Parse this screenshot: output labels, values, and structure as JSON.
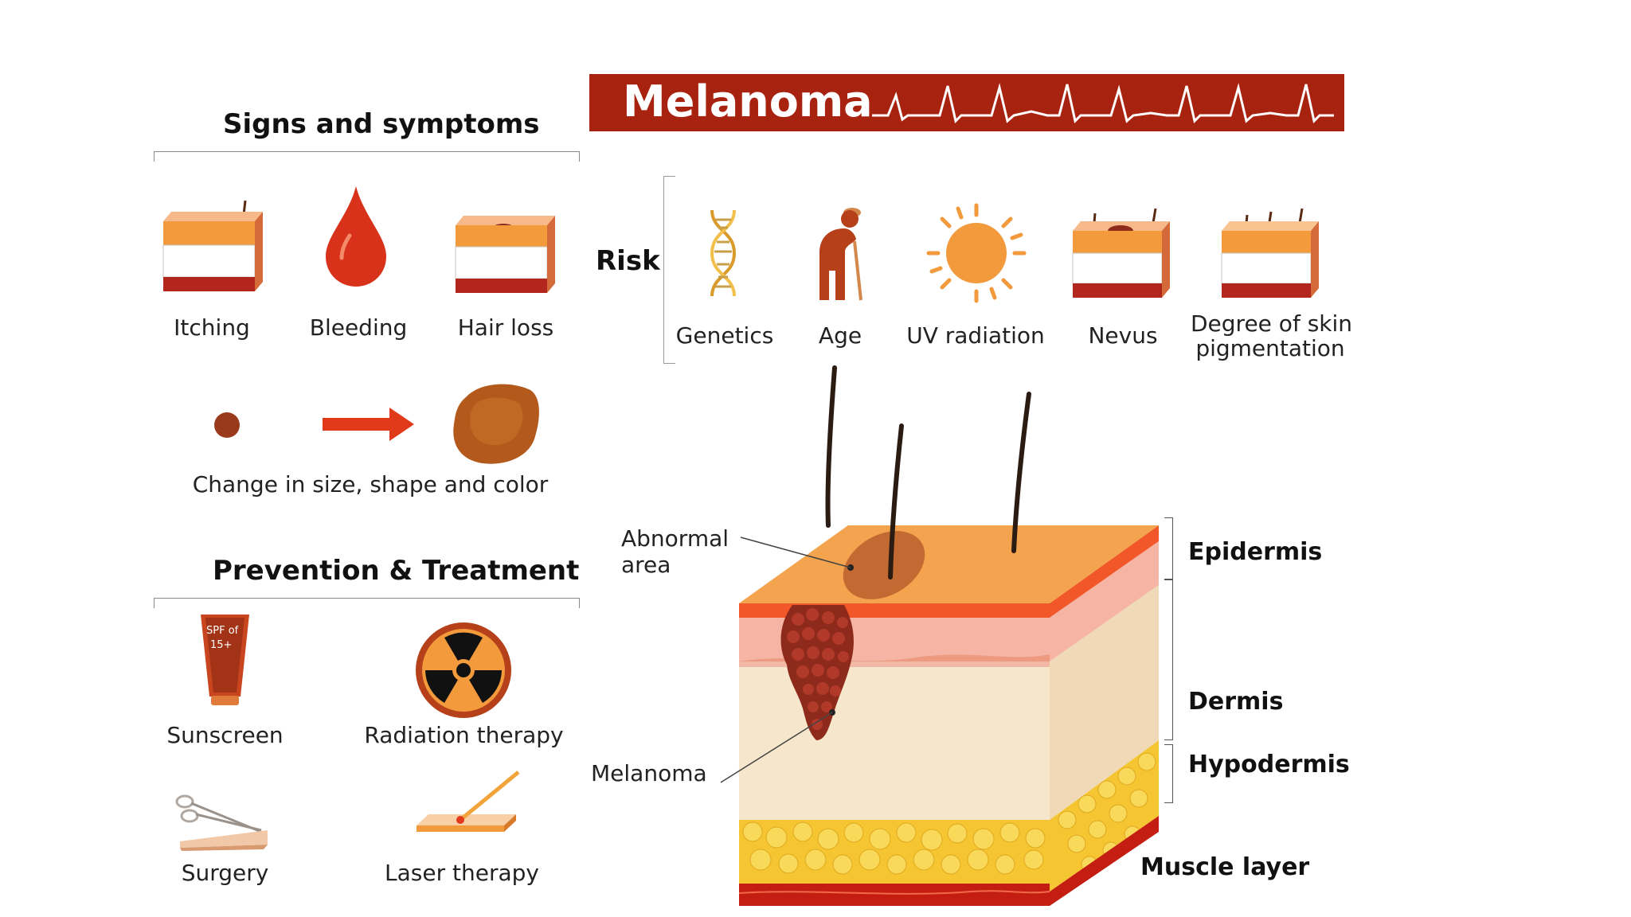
{
  "title": "Melanoma",
  "signs": {
    "heading": "Signs and symptoms",
    "items": [
      "Itching",
      "Bleeding",
      "Hair loss"
    ],
    "change_label": "Change in size, shape and color"
  },
  "prevention": {
    "heading": "Prevention & Treatment",
    "items": [
      "Sunscreen",
      "Radiation therapy",
      "Surgery",
      "Laser therapy"
    ],
    "sunscreen_text": [
      "SPF of",
      "15+"
    ]
  },
  "risk": {
    "heading": "Risk",
    "items": [
      "Genetics",
      "Age",
      "UV radiation",
      "Nevus",
      "Degree of skin",
      "pigmentation"
    ]
  },
  "skin": {
    "abnormal_label": [
      "Abnormal",
      "area"
    ],
    "melanoma_label": "Melanoma",
    "layers": [
      "Epidermis",
      "Dermis",
      "Hypodermis",
      "Muscle layer"
    ]
  },
  "colors": {
    "banner": "#a8230f",
    "accent_orange": "#f29a3c",
    "bleed_red": "#d8321a",
    "tumor": "#8e2a1b",
    "fat": "#f5c631"
  }
}
